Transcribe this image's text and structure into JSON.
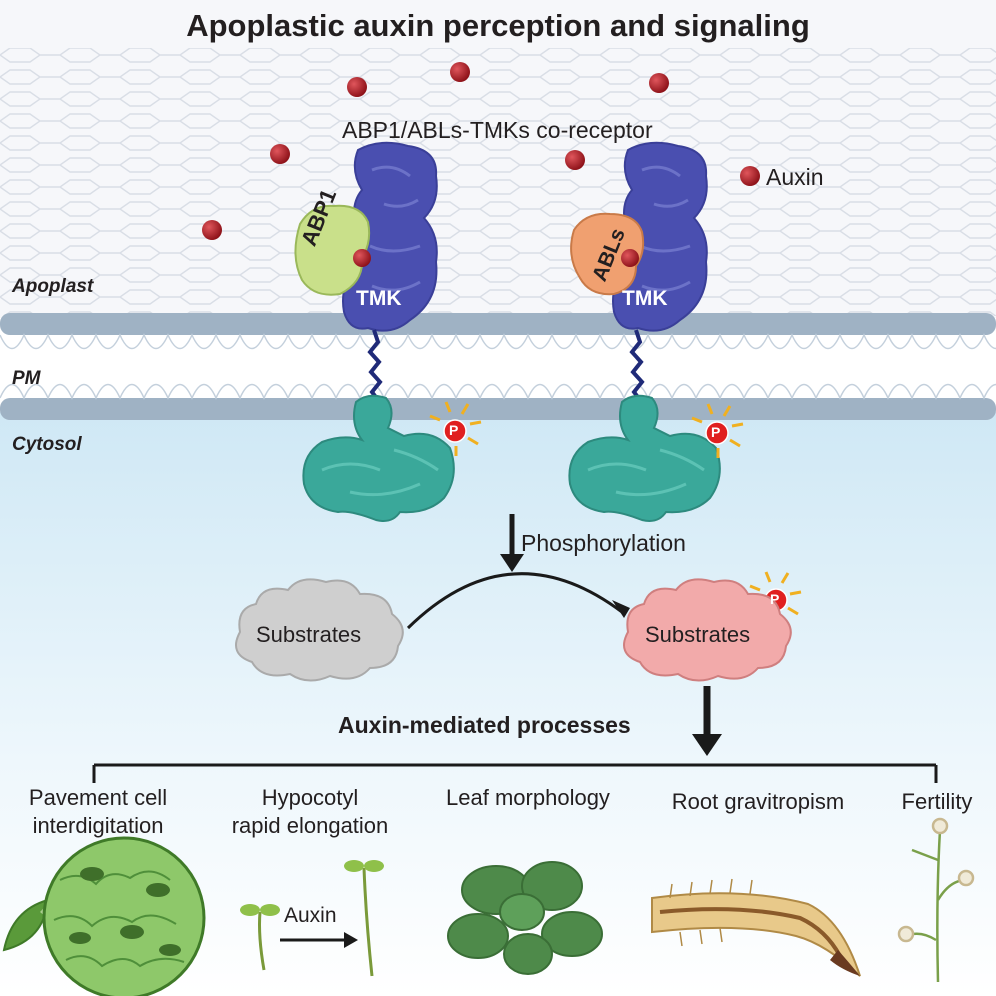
{
  "title": "Apoplastic auxin perception and signaling",
  "co_receptor_label": "ABP1/ABLs-TMKs co-receptor",
  "legend_auxin": "Auxin",
  "regions": {
    "apoplast": "Apoplast",
    "pm": "PM",
    "cytosol": "Cytosol"
  },
  "proteins": {
    "abp1": "ABP1",
    "abls": "ABLs",
    "tmk_left": "TMK",
    "tmk_right": "TMK",
    "phospho_mark": "P"
  },
  "reaction": {
    "step": "Phosphorylation",
    "substrate_before": "Substrates",
    "substrate_after": "Substrates"
  },
  "processes_heading": "Auxin-mediated processes",
  "processes": [
    {
      "line1": "Pavement cell",
      "line2": "interdigitation"
    },
    {
      "line1": "Hypocotyl",
      "line2": "rapid elongation"
    },
    {
      "line1": "Leaf morphology",
      "line2": ""
    },
    {
      "line1": "Root gravitropism",
      "line2": ""
    },
    {
      "line1": "Fertility",
      "line2": ""
    }
  ],
  "hypocotyl_treatment": "Auxin",
  "colors": {
    "tmk_extracellular": "#4a4fb0",
    "tmk_kinase": "#3aa89a",
    "abp1": "#c9e08a",
    "abls": "#f0a070",
    "auxin": "#a3161f",
    "phospho": "#e02020",
    "substrate_unmodified": "#cfcfcf",
    "substrate_modified": "#f2aaaa",
    "membrane": "#8fa4b8"
  }
}
